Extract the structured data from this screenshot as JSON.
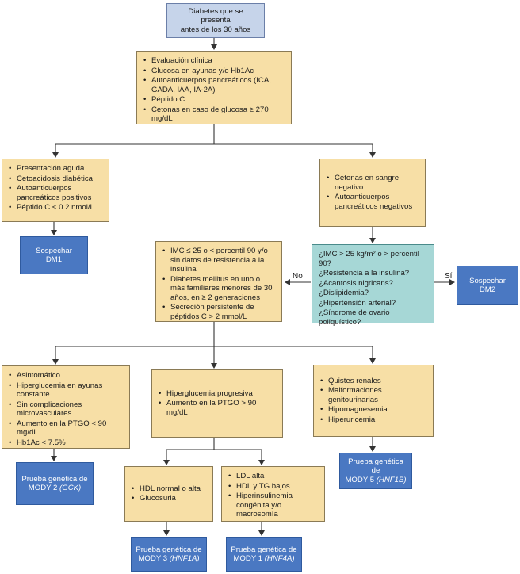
{
  "start": {
    "line1": "Diabetes que se presenta",
    "line2": "antes de los 30 años"
  },
  "evaluation": [
    "Evaluación clínica",
    "Glucosa en ayunas y/o Hb1Ac",
    "Autoanticuerpos pancreáticos (ICA, GADA, IAA, IA-2A)",
    "Péptido C",
    "Cetonas en caso de glucosa ≥ 270 mg/dL"
  ],
  "dm1_criteria": [
    "Presentación aguda",
    "Cetoacidosis diabética",
    "Autoanticuerpos pancreáticos positivos",
    "Péptido C < 0.2 nmol/L"
  ],
  "dm1_result": {
    "line1": "Sospechar",
    "line2": "DM1"
  },
  "negative_criteria": [
    "Cetonas en sangre negativo",
    "Autoanticuerpos pancreáticos negativos"
  ],
  "questions": [
    "¿IMC > 25 kg/m² o > percentil 90?",
    "¿Resistencia a la insulina?",
    "¿Acantosis nigricans?",
    "¿Dislipidemia?",
    "¿Hipertensión arterial?",
    "¿Síndrome de ovario poliquístico?"
  ],
  "label_no": "No",
  "label_yes": "Sí",
  "dm2_result": {
    "line1": "Sospechar",
    "line2": "DM2"
  },
  "mody_criteria": [
    "IMC ≤ 25 o < percentil 90 y/o sin datos de resistencia a la insulina",
    "Diabetes mellitus en uno o más familiares menores de 30 años, en ≥ 2 generaciones",
    "Secreción persistente de péptidos C > 2 mmol/L"
  ],
  "gck_criteria": [
    "Asintomático",
    "Hiperglucemia en ayunas constante",
    "Sin complicaciones microvasculares",
    "Aumento en la PTGO < 90 mg/dL",
    "Hb1Ac < 7.5%"
  ],
  "gck_test": {
    "line1": "Prueba genética de",
    "line2_prefix": "MODY 2 ",
    "gene": "(GCK)"
  },
  "progressive_criteria": [
    "Hiperglucemia progresiva",
    "Aumento en la PTGO > 90 mg/dL"
  ],
  "hnf1b_criteria": [
    "Quistes renales",
    "Malformaciones genitourinarias",
    "Hipomagnesemia",
    "Hiperuricemia"
  ],
  "hnf1b_test": {
    "line1": "Prueba genética de",
    "line2_prefix": "MODY 5 ",
    "gene": "(HNF1B)"
  },
  "hnf1a_criteria": [
    "HDL normal o alta",
    "Glucosuria"
  ],
  "hnf1a_test": {
    "line1": "Prueba genética de",
    "line2_prefix": "MODY 3 ",
    "gene": "(HNF1A)"
  },
  "hnf4a_criteria": [
    "LDL alta",
    "HDL y TG bajos",
    "Hiperinsulinemia congénita y/o macrosomía"
  ],
  "hnf4a_test": {
    "line1": "Prueba genética de",
    "line2_prefix": "MODY 1 ",
    "gene": "(HNF4A)"
  }
}
